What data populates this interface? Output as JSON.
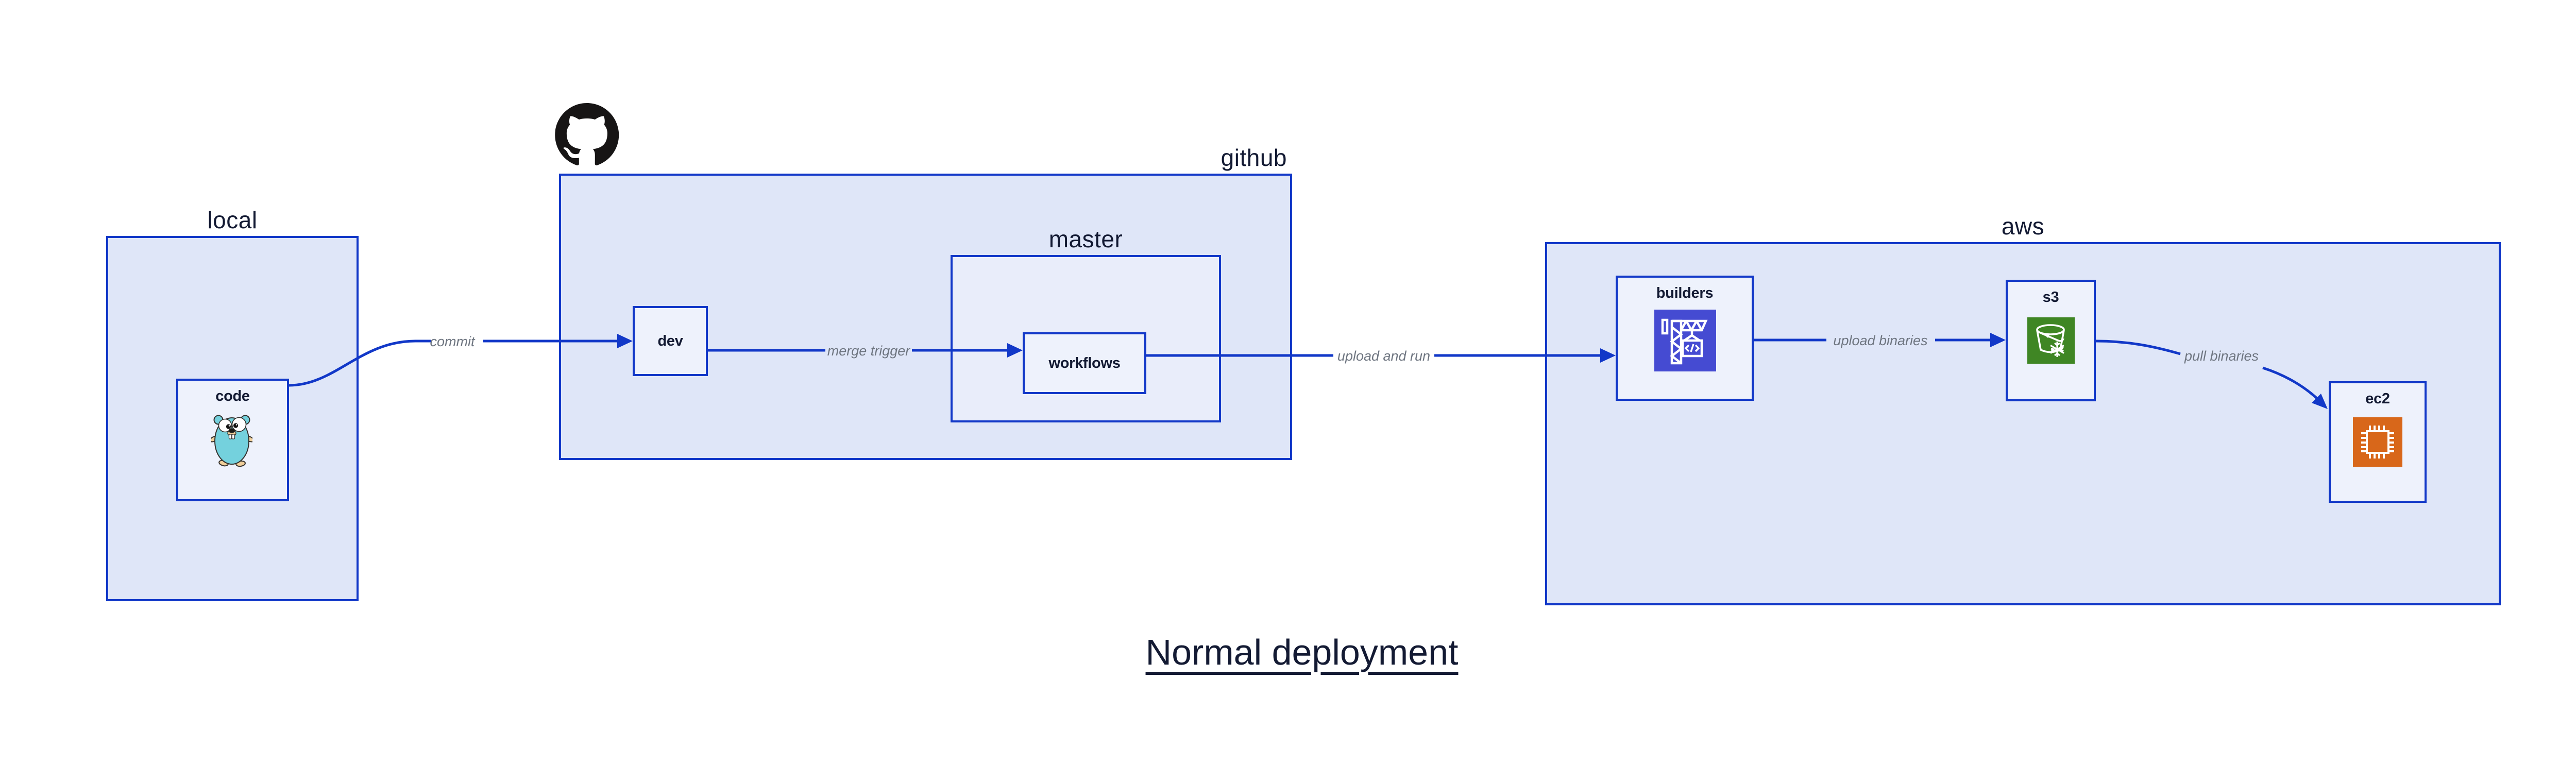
{
  "diagram": {
    "title": "Normal deployment",
    "containers": [
      {
        "id": "local",
        "label": "local"
      },
      {
        "id": "github",
        "label": "github"
      },
      {
        "id": "master",
        "label": "master"
      },
      {
        "id": "aws",
        "label": "aws"
      }
    ],
    "nodes": [
      {
        "id": "code",
        "label": "code",
        "icon": "go-gopher-icon"
      },
      {
        "id": "dev",
        "label": "dev",
        "icon": null
      },
      {
        "id": "workflows",
        "label": "workflows",
        "icon": null
      },
      {
        "id": "builders",
        "label": "builders",
        "icon": "codebuild-crane-icon"
      },
      {
        "id": "s3",
        "label": "s3",
        "icon": "s3-glacier-bucket-icon"
      },
      {
        "id": "ec2",
        "label": "ec2",
        "icon": "ec2-chip-icon"
      }
    ],
    "edges": [
      {
        "from": "code",
        "to": "dev",
        "label": "commit"
      },
      {
        "from": "dev",
        "to": "workflows",
        "label": "merge trigger"
      },
      {
        "from": "workflows",
        "to": "builders",
        "label": "upload and run"
      },
      {
        "from": "builders",
        "to": "s3",
        "label": "upload binaries"
      },
      {
        "from": "s3",
        "to": "ec2",
        "label": "pull binaries"
      }
    ],
    "icons": [
      "github-octocat-icon",
      "go-gopher-icon",
      "codebuild-crane-icon",
      "s3-glacier-bucket-icon",
      "ec2-chip-icon"
    ],
    "colors": {
      "border_blue": "#1238c8",
      "container_fill": "#dfe6f8",
      "master_fill": "#e9edfa",
      "node_fill": "#eef2fc",
      "text_navy": "#131a33",
      "edge_label_gray": "#6e7580",
      "codebuild_indigo": "#454bd2",
      "s3_green": "#3f8624",
      "ec2_orange": "#d8671a",
      "gopher_teal": "#74d1dd",
      "github_black": "#171515"
    }
  }
}
